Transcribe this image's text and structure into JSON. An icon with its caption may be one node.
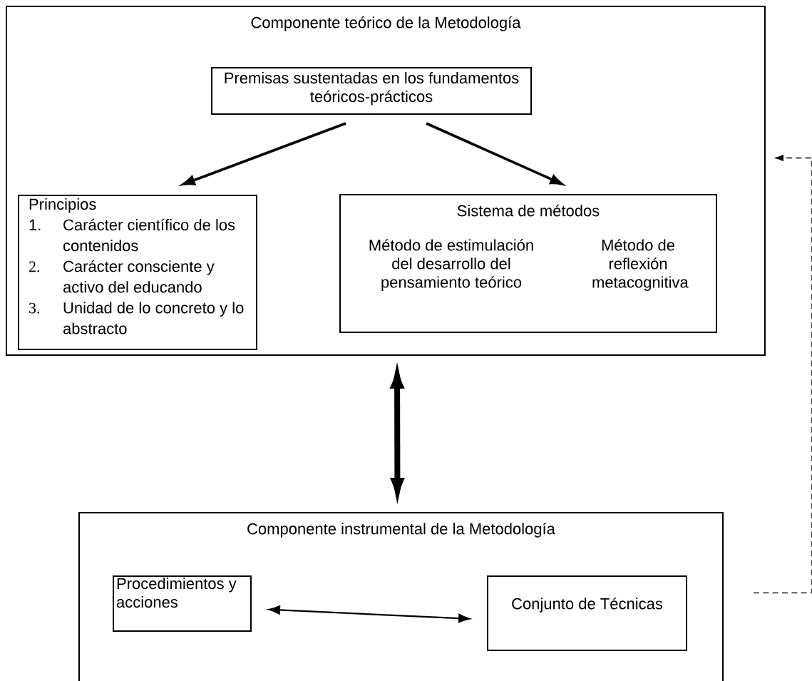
{
  "diagram": {
    "nodes": [
      {
        "text": [
          "Componente teórico de la Metodología"
        ]
      },
      {
        "text": [
          "Premisas sustentadas en los fundamentos teóricos-prácticos"
        ],
        "in": 0
      },
      {
        "text": [
          "Principios",
          "1.",
          "Carácter científico de los contenidos",
          "2.",
          "Carácter consciente y activo del educando",
          "3.",
          "Unidad de lo concreto y lo abstracto"
        ],
        "in": 0
      },
      {
        "text": [
          "Sistema de métodos",
          "Método de estimulación del desarrollo del pensamiento teórico",
          "Método de reflexión metacognitiva"
        ],
        "in": 0
      },
      {
        "text": [
          "Componente instrumental de la Metodología"
        ]
      },
      {
        "text": [
          "Procedimientos y acciones"
        ],
        "in": 4
      },
      {
        "text": [
          "Conjunto de Técnicas"
        ],
        "in": 4
      }
    ],
    "edges": [
      {
        "from": 1,
        "to": 2,
        "arrow": "to"
      },
      {
        "from": 1,
        "to": 3,
        "arrow": "to"
      },
      {
        "from": 0,
        "to": 4,
        "arrow": "both",
        "style": "thick"
      },
      {
        "from": 5,
        "to": 6,
        "arrow": "both"
      },
      {
        "from": 4,
        "to": 0,
        "arrow": "to",
        "style": "dashed"
      }
    ]
  }
}
